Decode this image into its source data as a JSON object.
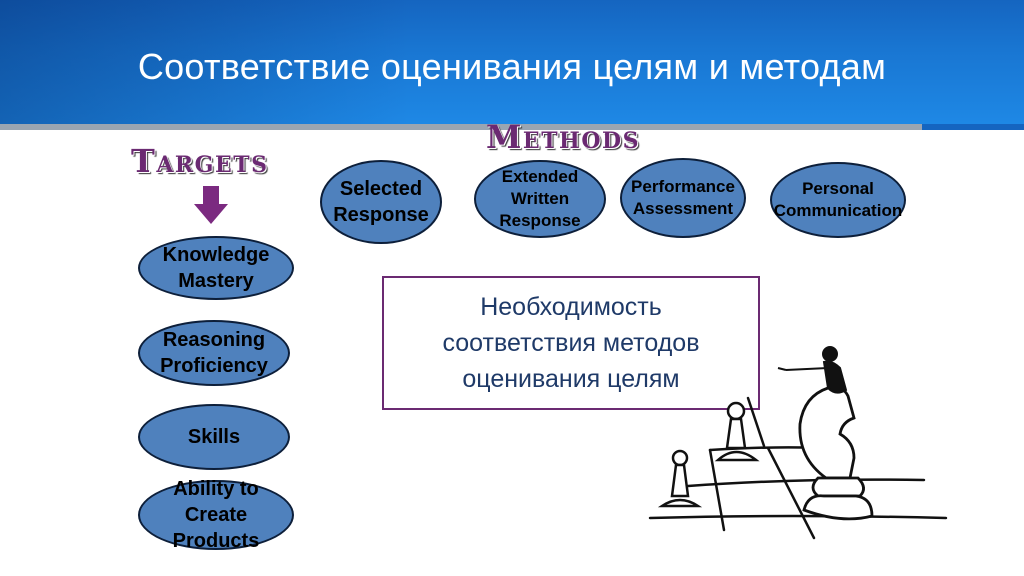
{
  "slide": {
    "title": "Соответствие оценивания целям и методам",
    "colors": {
      "header_blue": "#1976d2",
      "heading_purple": "#6b2a72",
      "oval_blue": "#4f81bd"
    }
  },
  "targets": {
    "heading": "Targets",
    "items": [
      "Knowledge\nMastery",
      "Reasoning\nProficiency",
      "Skills",
      "Ability to\nCreate Products"
    ]
  },
  "methods": {
    "heading": "Methods",
    "items": [
      "Selected\nResponse",
      "Extended\nWritten\nResponse",
      "Performance\nAssessment",
      "Personal\nCommunication"
    ]
  },
  "callout": {
    "text": "Необходимость\nсоответствия методов\nоценивания целям"
  },
  "illustration": {
    "icon": "chess-pieces-icon"
  }
}
